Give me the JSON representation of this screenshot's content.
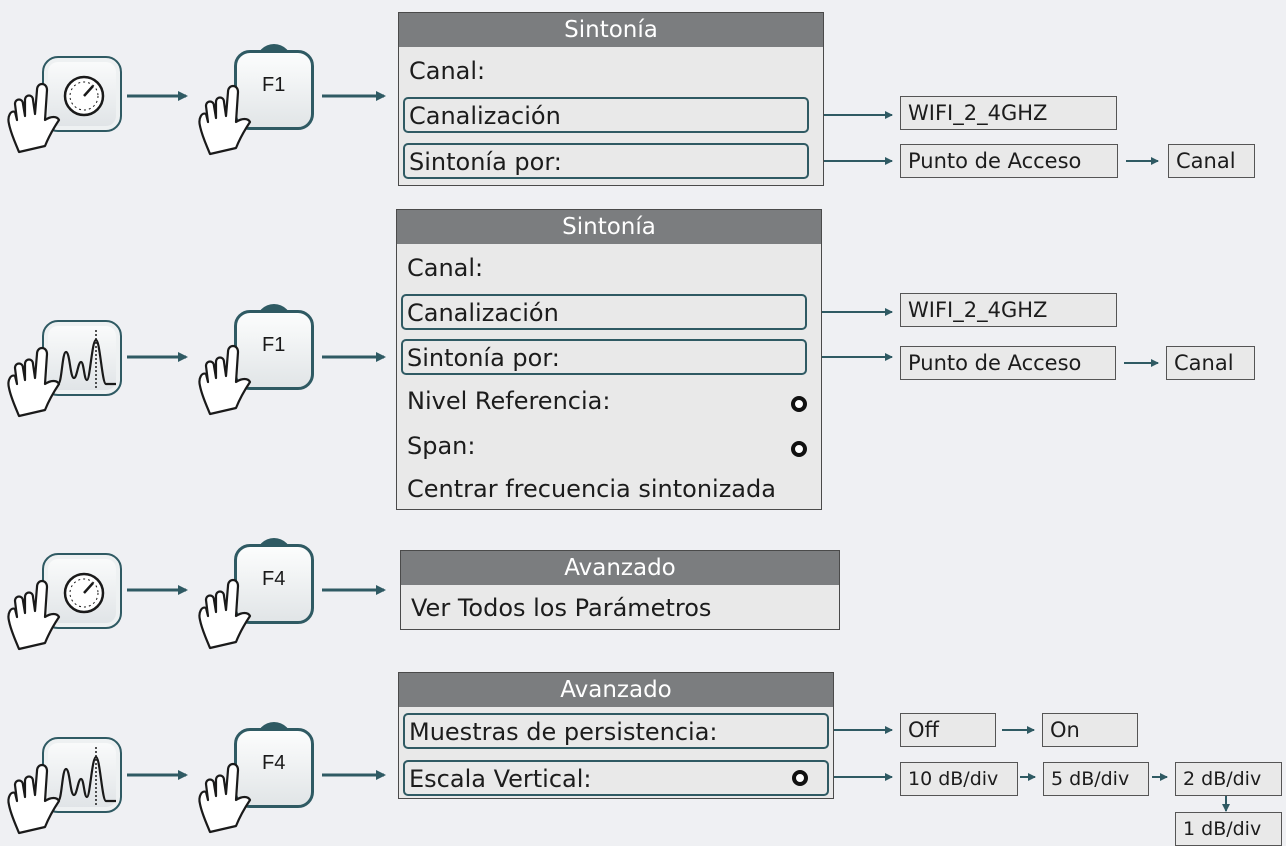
{
  "colors": {
    "accent": "#2f5a63",
    "menu_header": "#7b7d7f",
    "menu_bg": "#e9e9e9",
    "background": "#eff0f3"
  },
  "icons": {
    "meter_mode": "gauge-icon",
    "spectrum_mode": "spectrum-icon",
    "hand": "pointing-hand-icon"
  },
  "rows": [
    {
      "mode": "meter",
      "key": "F1",
      "menu": {
        "title": "Sintonía",
        "items": [
          "Canal:",
          "Canalización",
          "Sintonía por:"
        ]
      },
      "options": {
        "canalizacion": [
          "WIFI_2_4GHZ"
        ],
        "sintonia_por": [
          "Punto de Acceso",
          "Canal"
        ]
      }
    },
    {
      "mode": "spectrum",
      "key": "F1",
      "menu": {
        "title": "Sintonía",
        "items": [
          "Canal:",
          "Canalización",
          "Sintonía por:",
          "Nivel Referencia:",
          "Span:",
          "Centrar frecuencia sintonizada"
        ]
      },
      "options": {
        "canalizacion": [
          "WIFI_2_4GHZ"
        ],
        "sintonia_por": [
          "Punto de Acceso",
          "Canal"
        ]
      }
    },
    {
      "mode": "meter",
      "key": "F4",
      "menu": {
        "title": "Avanzado",
        "items": [
          "Ver Todos los Parámetros"
        ]
      }
    },
    {
      "mode": "spectrum",
      "key": "F4",
      "menu": {
        "title": "Avanzado",
        "items": [
          "Muestras de persistencia:",
          "Escala Vertical:"
        ]
      },
      "options": {
        "persistencia": [
          "Off",
          "On"
        ],
        "escala": [
          "10 dB/div",
          "5 dB/div",
          "2 dB/div",
          "1 dB/div"
        ]
      }
    }
  ]
}
